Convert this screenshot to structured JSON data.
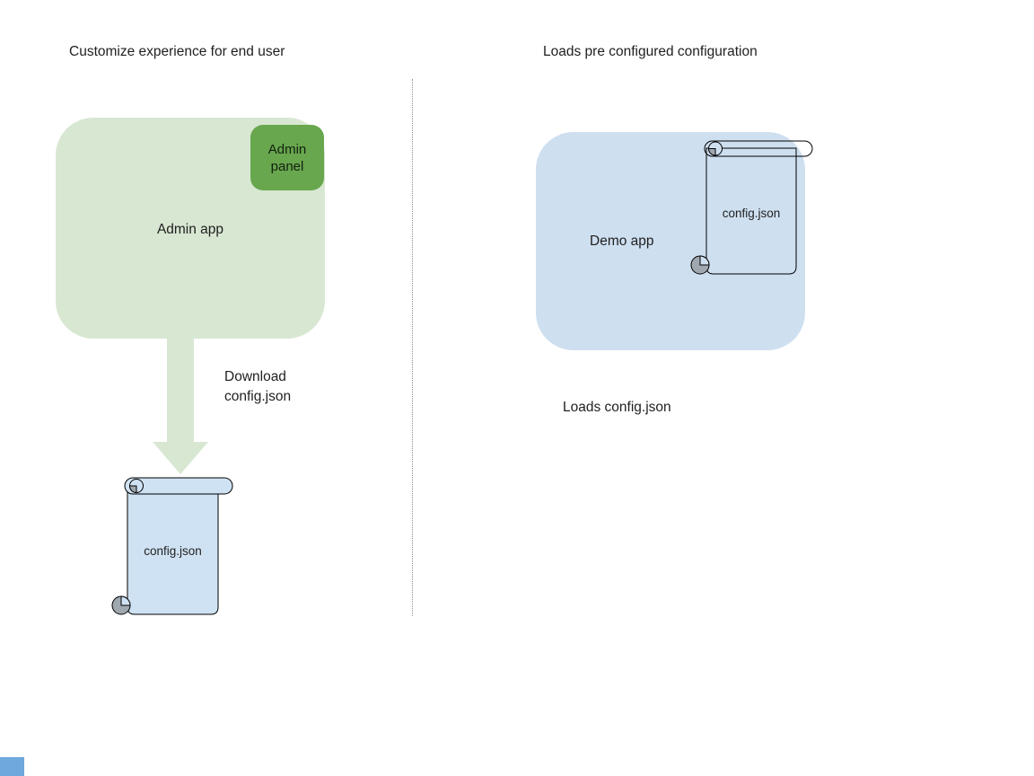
{
  "colors": {
    "admin_app_fill": "#d8e7d2",
    "admin_panel_fill": "#68a74e",
    "arrow_fill": "#d8e7d2",
    "demo_app_fill": "#cedff0",
    "scroll_fill": "#cfe2f3",
    "scroll_curl_gray": "#a0a8af",
    "scroll_outline": "#000000",
    "divider": "#8a8a8a",
    "corner_square": "#6fa8dc",
    "text": "#1f1f1f"
  },
  "left": {
    "title": "Customize experience for end user",
    "admin_app_label": "Admin app",
    "admin_panel_label": "Admin panel",
    "download_label": "Download config.json",
    "config_file_label": "config.json"
  },
  "right": {
    "title": "Loads pre configured configuration",
    "demo_app_label": "Demo app",
    "config_file_label": "config.json",
    "caption": "Loads config.json"
  }
}
